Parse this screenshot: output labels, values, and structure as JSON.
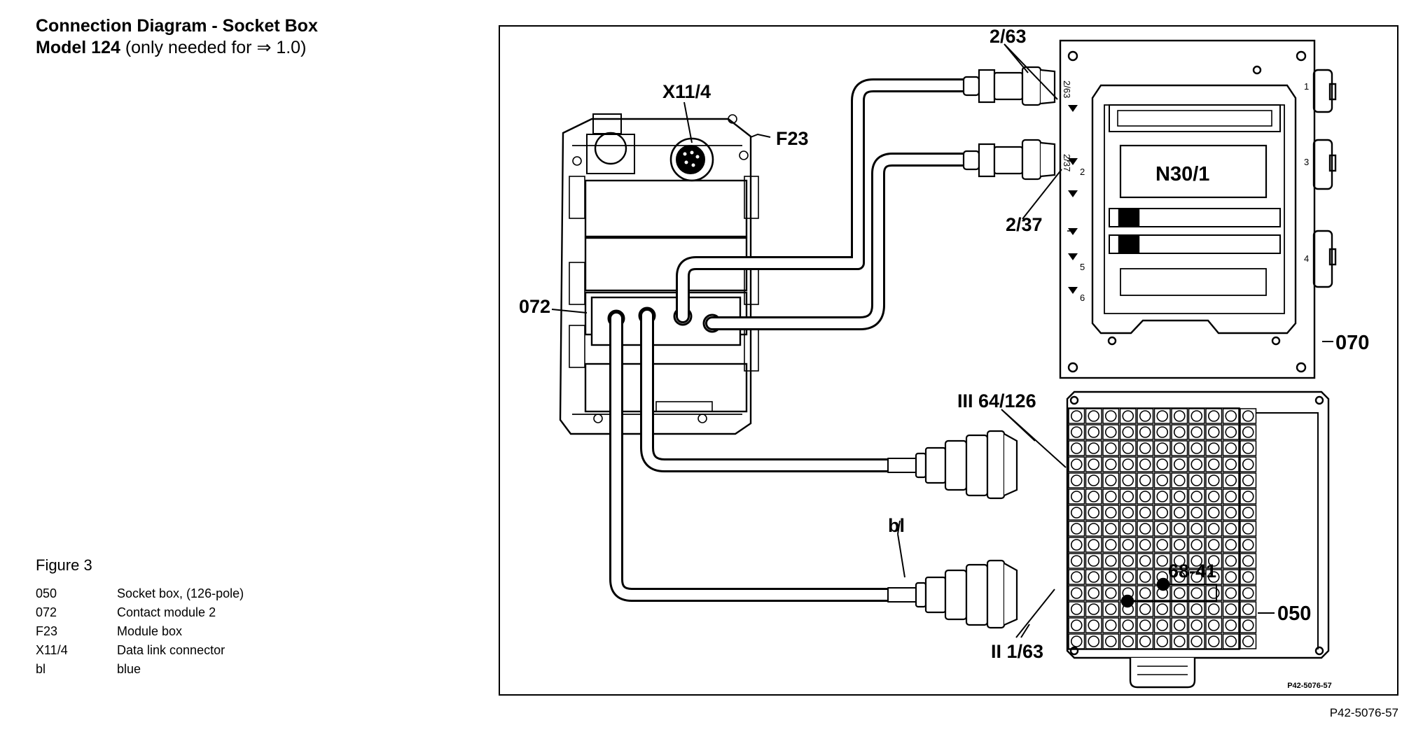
{
  "heading": {
    "line1": "Connection Diagram - Socket Box",
    "line2_bold": "Model 124",
    "line2_rest": " (only needed for ⇒ 1.0)"
  },
  "legend": {
    "figure": "Figure 3",
    "items": [
      {
        "code": "050",
        "desc": "Socket box, (126-pole)"
      },
      {
        "code": "072",
        "desc": "Contact module 2"
      },
      {
        "code": "F23",
        "desc": "Module box"
      },
      {
        "code": "X11/4",
        "desc": "Data link connector"
      },
      {
        "code": "bl",
        "desc": "blue"
      }
    ]
  },
  "diagram": {
    "labels": {
      "x11_4": "X11/4",
      "f23": "F23",
      "c072": "072",
      "c2_63": "2/63",
      "c2_37": "2/37",
      "n30_1": "N30/1",
      "c070": "070",
      "c64_126": "III 64/126",
      "bl": "bl",
      "c68_41": "68-41",
      "c050": "050",
      "c1_63": "II 1/63"
    },
    "small_marks": {
      "m2_63": "2/63",
      "m2_37": "2/37",
      "n1": "1",
      "n2": "2",
      "n3": "3",
      "n4": "4",
      "n5": "5",
      "n6": "6"
    },
    "ref_inner": "P42-5076-57"
  },
  "ref_outer": "P42-5076-57"
}
